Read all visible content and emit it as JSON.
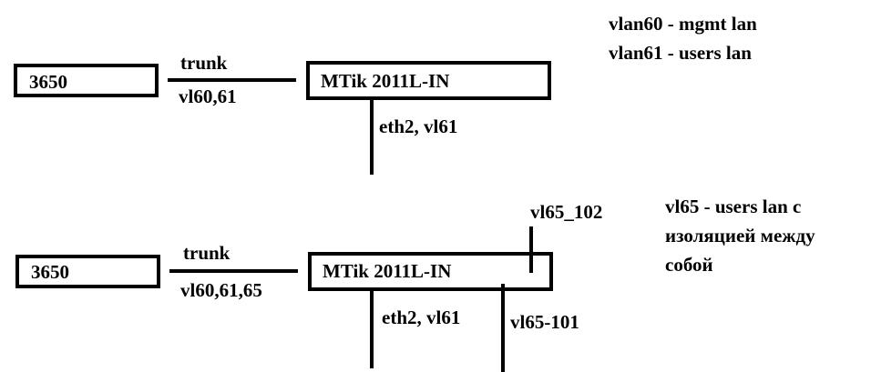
{
  "diagrams": [
    {
      "switch": "3650",
      "router": "MTik 2011L-IN",
      "trunk_label": "trunk",
      "trunk_vlans": "vl60,61",
      "downlinks": [
        "eth2, vl61"
      ],
      "legend": [
        "vlan60 - mgmt lan",
        "vlan61 - users lan"
      ]
    },
    {
      "switch": "3650",
      "router": "MTik 2011L-IN",
      "trunk_label": "trunk",
      "trunk_vlans": "vl60,61,65",
      "downlinks": [
        "eth2, vl61",
        "vl65-101"
      ],
      "uplink": "vl65_102",
      "legend": [
        "vl65 - users lan с",
        "изоляцией между",
        "собой"
      ]
    }
  ]
}
